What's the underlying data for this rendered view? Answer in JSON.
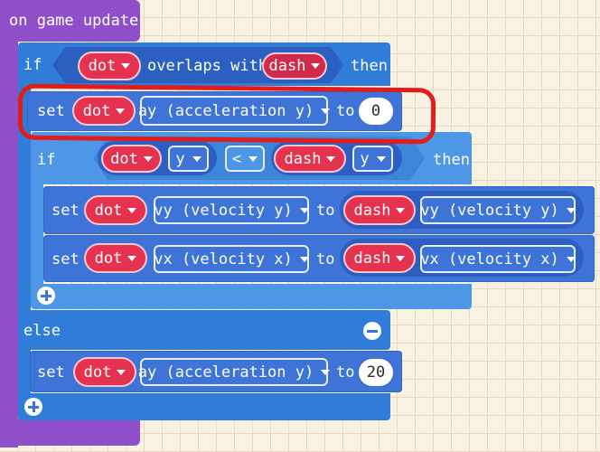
{
  "event": {
    "label": "on game update"
  },
  "if_block": {
    "keyword": "if",
    "then": "then",
    "condition": {
      "sprite": "dot",
      "operator": "overlaps with",
      "kind": "dash"
    }
  },
  "set_ay": {
    "keyword": "set",
    "sprite": "dot",
    "property": "ay (acceleration y)",
    "to": "to",
    "value": "0"
  },
  "inner_if": {
    "keyword": "if",
    "then": "then",
    "left": {
      "sprite": "dot",
      "prop": "y"
    },
    "op": "<",
    "right": {
      "sprite": "dash",
      "prop": "y"
    }
  },
  "set_vy": {
    "keyword": "set",
    "sprite": "dot",
    "property": "vy (velocity y)",
    "to": "to",
    "src_sprite": "dash",
    "src_property": "vy (velocity y)"
  },
  "set_vx": {
    "keyword": "set",
    "sprite": "dot",
    "property": "vx (velocity x)",
    "to": "to",
    "src_sprite": "dash",
    "src_property": "vx (velocity x)"
  },
  "else_block": {
    "label": "else"
  },
  "set_ay_else": {
    "keyword": "set",
    "sprite": "dot",
    "property": "ay (acceleration y)",
    "to": "to",
    "value": "20"
  },
  "icons": {
    "add": "plus-icon",
    "remove": "minus-icon"
  },
  "colors": {
    "event": "#8f4fc9",
    "logic": "#4c97e8",
    "sprites": "#3e73d8",
    "sprite_pill": "#e5334f",
    "annotation": "#e31b1b"
  }
}
